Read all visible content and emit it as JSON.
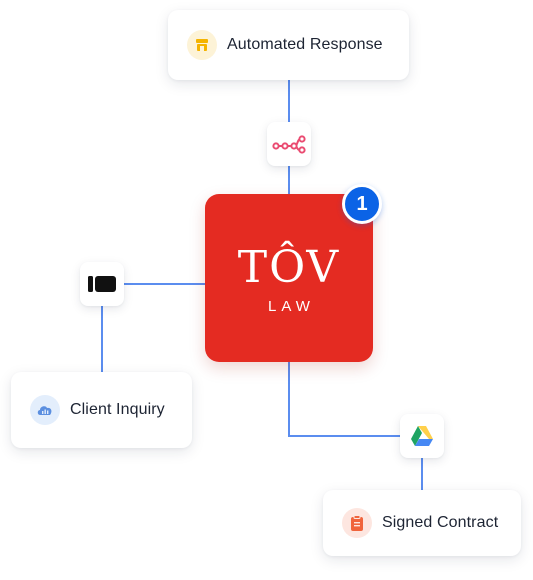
{
  "center": {
    "logo_word": "TÔV",
    "logo_subtitle": "LAW",
    "logo_color": "#e42b22",
    "badge_count": "1",
    "badge_color": "#0b63e6"
  },
  "cards": {
    "automated_response": {
      "label": "Automated Response",
      "icon": "store-icon",
      "icon_bg": "#fdf3d7",
      "icon_color": "#f5b400"
    },
    "client_inquiry": {
      "label": "Client Inquiry",
      "icon": "cloud-chart-icon",
      "icon_bg": "#e3eefc",
      "icon_color": "#5b8fe0"
    },
    "signed_contract": {
      "label": "Signed Contract",
      "icon": "clipboard-icon",
      "icon_bg": "#fde6e0",
      "icon_color": "#f0643c"
    }
  },
  "connector_nodes": [
    {
      "name": "n8n-workflow-icon",
      "color": "#ea4b71"
    },
    {
      "name": "intercom-icon",
      "color": "#111111"
    },
    {
      "name": "google-drive-icon",
      "colors": [
        "#1fa463",
        "#ffd04b",
        "#4688f4"
      ]
    }
  ],
  "connector_color": "#5b8def"
}
